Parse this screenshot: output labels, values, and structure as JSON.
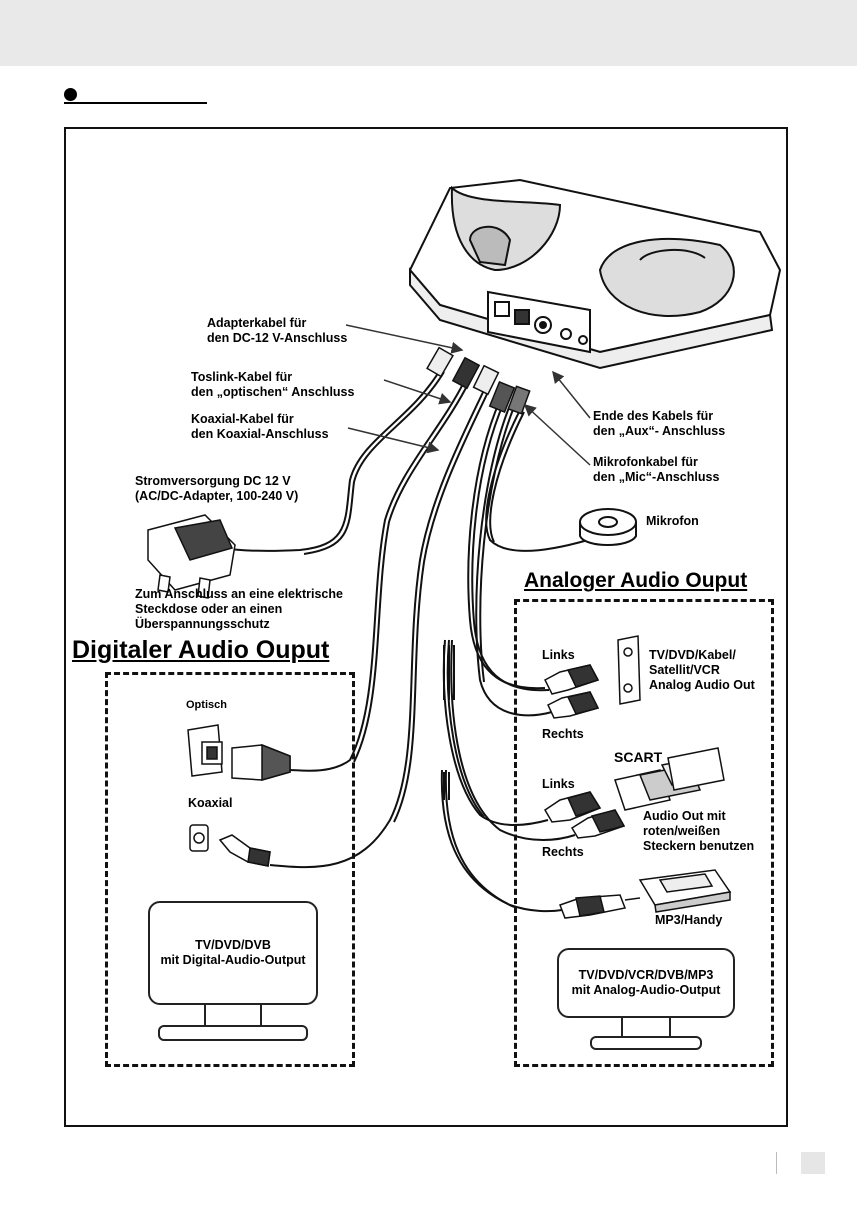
{
  "labels": {
    "adapter_cable": "Adapterkabel für\nden DC-12 V-Anschluss",
    "toslink_cable": "Toslink-Kabel für\nden „optischen“ Anschluss",
    "coax_cable": "Koaxial-Kabel für\nden Koaxial-Anschluss",
    "aux_cable": "Ende des Kabels für\nden „Aux“- Anschluss",
    "mic_cable": "Mikrofonkabel für\nden „Mic“-Anschluss",
    "power_supply": "Stromversorgung DC 12 V\n(AC/DC-Adapter, 100-240 V)",
    "microphone": "Mikrofon",
    "mains_note": "Zum Anschluss an eine elektrische\nSteckdose oder an einen\nÜberspannungsschutz"
  },
  "digital": {
    "title": "Digitaler  Audio Ouput",
    "optical": "Optisch",
    "coaxial": "Koaxial",
    "tv": "TV/DVD/DVB\nmit Digital-Audio-Output"
  },
  "analog": {
    "title": "Analoger Audio Ouput",
    "links_1": "Links",
    "rechts_1": "Rechts",
    "source_1": "TV/DVD/Kabel/\nSatellit/VCR\nAnalog Audio Out",
    "scart": "SCART",
    "links_2": "Links",
    "rechts_2": "Rechts",
    "source_2": "Audio Out mit\nroten/weißen\nSteckern benutzen",
    "mp3": "MP3/Handy",
    "tv": "TV/DVD/VCR/DVB/MP3\nmit Analog-Audio-Output"
  }
}
